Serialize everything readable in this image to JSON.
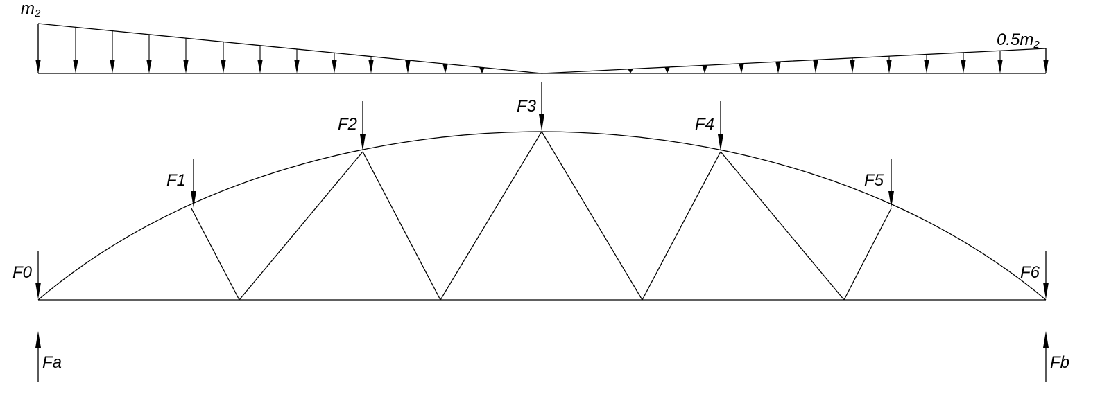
{
  "load_labels": {
    "left_base": "m",
    "left_sub": "2",
    "right_base": "0.5m",
    "right_sub": "2"
  },
  "node_force_labels": [
    "F0",
    "F1",
    "F2",
    "F3",
    "F4",
    "F5",
    "F6"
  ],
  "reaction_labels": {
    "left": "Fa",
    "right": "Fb"
  }
}
